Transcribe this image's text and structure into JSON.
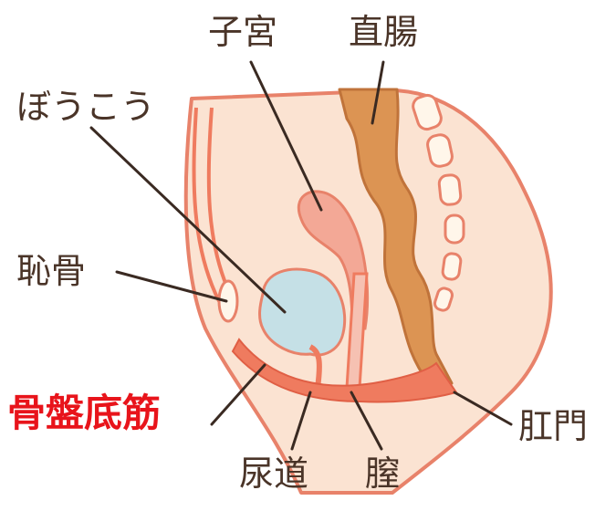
{
  "labels": {
    "uterus": "子宮",
    "rectum": "直腸",
    "bladder": "ぼうこう",
    "pubic_bone": "恥骨",
    "pelvic_floor": "骨盤底筋",
    "anus": "肛門",
    "urethra": "尿道",
    "vagina": "膣"
  },
  "colors": {
    "skin": "#fbe3d2",
    "outline": "#e8826a",
    "muscle": "#ef7b5f",
    "bladder": "#c5e0e6",
    "uterus": "#f3a896",
    "rectum": "#dc9453",
    "bone": "#fff6ea",
    "leader": "#3a2a22",
    "accent_label": "#e8141b"
  }
}
